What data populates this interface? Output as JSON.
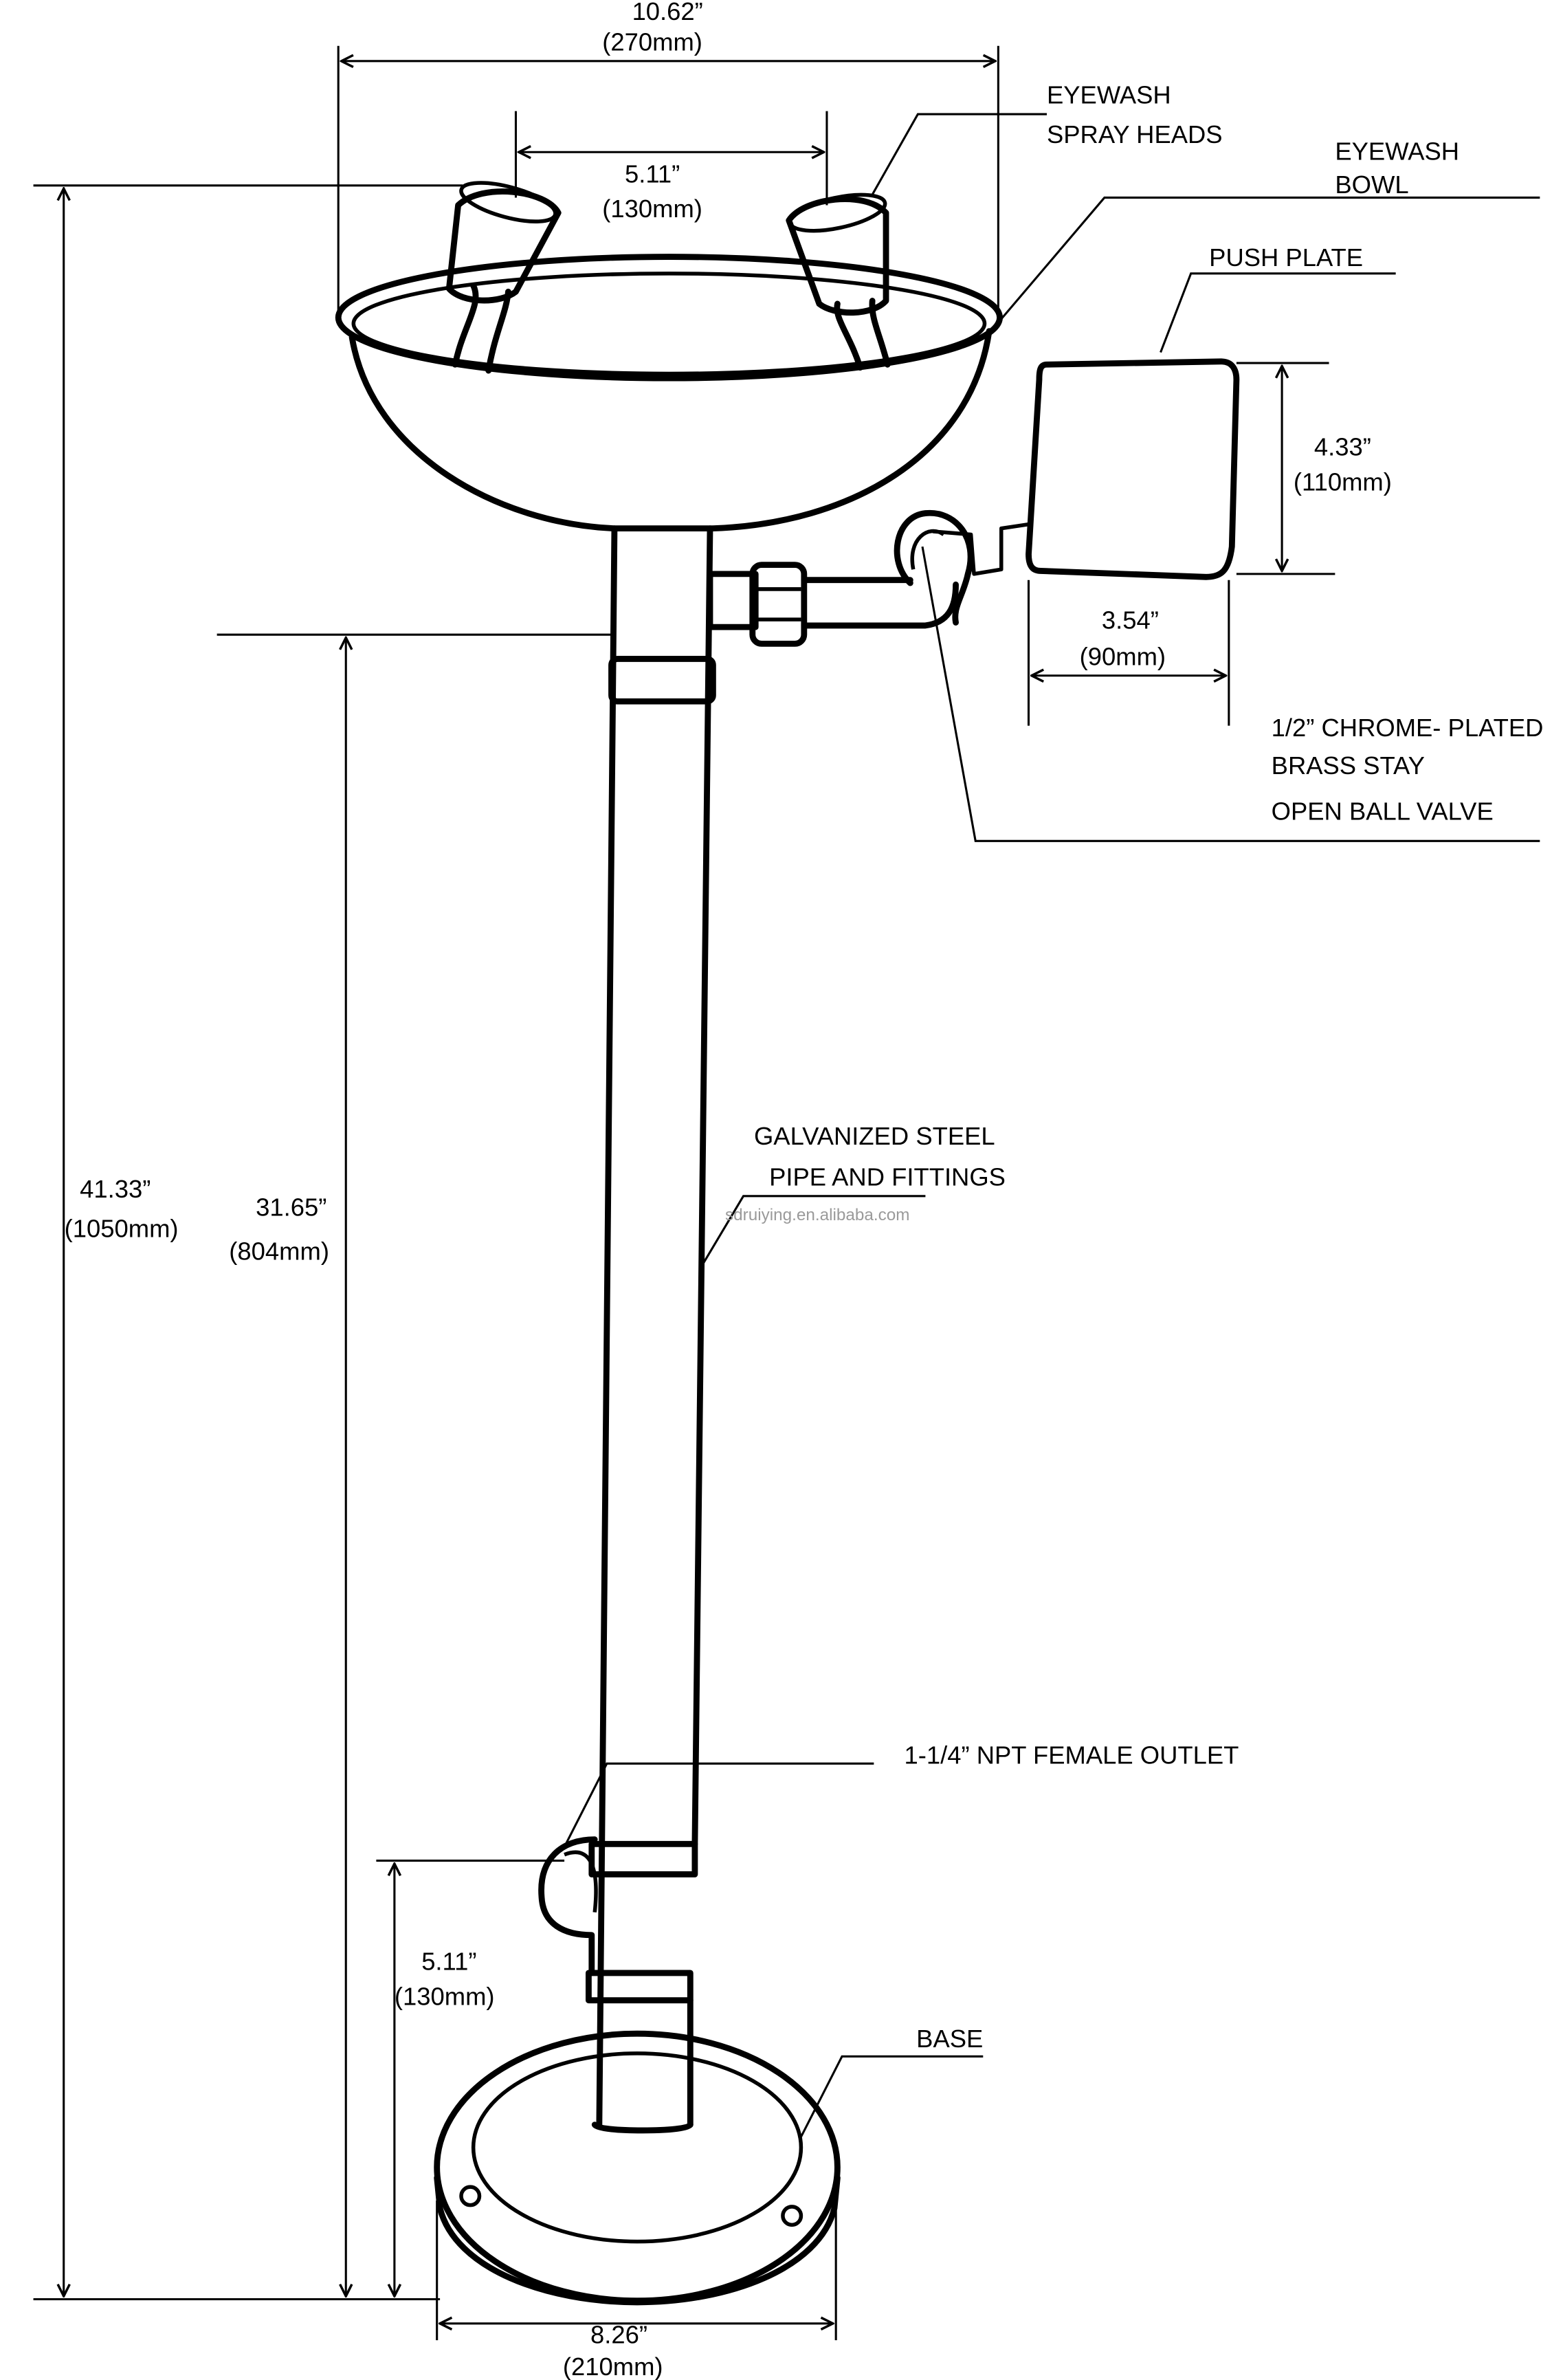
{
  "labels": {
    "spray_heads": [
      "EYEWASH",
      "SPRAY HEADS"
    ],
    "bowl": [
      "EYEWASH",
      "BOWL"
    ],
    "push_plate": "PUSH PLATE",
    "stay_valve": [
      "1/2” CHROME- PLATED",
      "BRASS STAY",
      "OPEN BALL VALVE"
    ],
    "pipe": [
      "GALVANIZED STEEL",
      "PIPE AND FITTINGS"
    ],
    "outlet": "1-1/4” NPT FEMALE OUTLET",
    "base": "BASE"
  },
  "dimensions": {
    "bowl_width": {
      "in": "10.62”",
      "mm": "(270mm)"
    },
    "spray_spacing": {
      "in": "5.11”",
      "mm": "(130mm)"
    },
    "plate_height": {
      "in": "4.33”",
      "mm": "(110mm)"
    },
    "plate_width": {
      "in": "3.54”",
      "mm": "(90mm)"
    },
    "total_height": {
      "in": "41.33”",
      "mm": "(1050mm)"
    },
    "valve_height": {
      "in": "31.65”",
      "mm": "(804mm)"
    },
    "outlet_height": {
      "in": "5.11”",
      "mm": "(130mm)"
    },
    "base_diameter": {
      "in": "8.26”",
      "mm": "(210mm)"
    }
  },
  "watermark": "sdruiying.en.alibaba.com"
}
